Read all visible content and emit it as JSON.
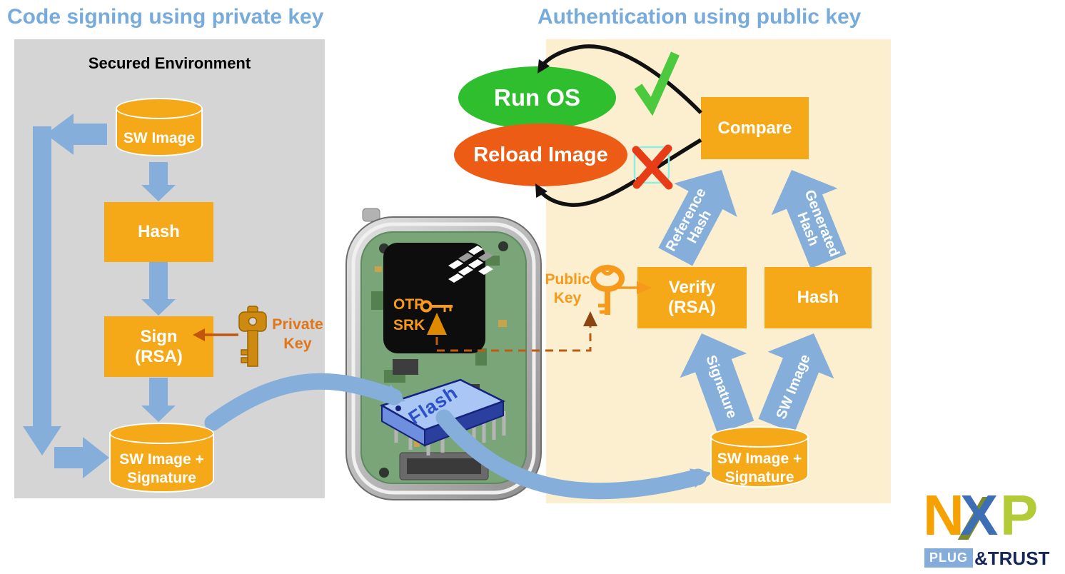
{
  "left": {
    "title": "Code signing using private key",
    "env_label": "Secured Environment",
    "sw_image": "SW Image",
    "hash": "Hash",
    "sign": "Sign\n(RSA)",
    "sw_image_sig": "SW Image +\nSignature",
    "private_key": "Private\nKey"
  },
  "device": {
    "otp": "OTP",
    "srk": "SRK",
    "flash": "Flash"
  },
  "right": {
    "title": "Authentication using public key",
    "run_os": "Run OS",
    "reload_image": "Reload Image",
    "compare": "Compare",
    "verify": "Verify\n(RSA)",
    "hash": "Hash",
    "public_key": "Public\nKey",
    "reference_hash": "Reference\nHash",
    "generated_hash": "Generated\nHash",
    "signature": "Signature",
    "sw_image_arrow": "SW Image",
    "sw_image_sig": "SW Image +\nSignature"
  },
  "logo": {
    "n": "N",
    "x": "X",
    "p": "P",
    "plug": "PLUG",
    "trust": "&TRUST"
  },
  "colors": {
    "accent_orange": "#F5A818",
    "arrow_blue": "#85AEDA",
    "title_blue": "#76ABDB",
    "success_green": "#2EBE2E",
    "fail_orange": "#ED5C15",
    "check_green": "#4CC93C",
    "cross_red": "#E83C17",
    "key_text_orange": "#E0761A",
    "public_key_orange": "#F79A1B",
    "panel_gray": "#D5D5D5",
    "panel_cream": "#FBEFD0"
  }
}
